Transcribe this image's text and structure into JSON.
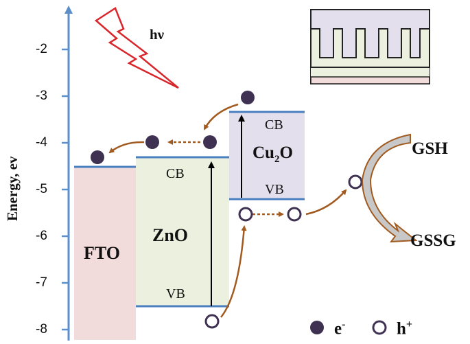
{
  "axis": {
    "title": "Energy, ev",
    "ticks": [
      "-2",
      "-3",
      "-4",
      "-5",
      "-6",
      "-7",
      "-8"
    ],
    "range": [
      -8.3,
      -0.8
    ]
  },
  "light": {
    "label": "hν"
  },
  "materials": {
    "fto": {
      "name": "FTO",
      "fermi": -4.5
    },
    "zno": {
      "name": "ZnO",
      "cb": -4.3,
      "vb": -7.5,
      "cb_label": "CB",
      "vb_label": "VB"
    },
    "cu2o": {
      "name": "Cu",
      "subscript": "2",
      "name_tail": "O",
      "cb": -3.35,
      "vb": -5.2,
      "cb_label": "CB",
      "vb_label": "VB"
    }
  },
  "reaction": {
    "reactant": "GSH",
    "product": "GSSG"
  },
  "legend": {
    "electron": "e",
    "electron_sup": "-",
    "hole": "h",
    "hole_sup": "+"
  },
  "colors": {
    "axis": "#5b8fc9",
    "band_line": "#4a7fc0",
    "fto_fill": "#f2dcdb",
    "zno_fill": "#ebf1de",
    "cu2o_fill": "#e4dfec",
    "arrow": "#a15a1f",
    "carrier": "#3f3151",
    "bolt": "#d9262b"
  }
}
